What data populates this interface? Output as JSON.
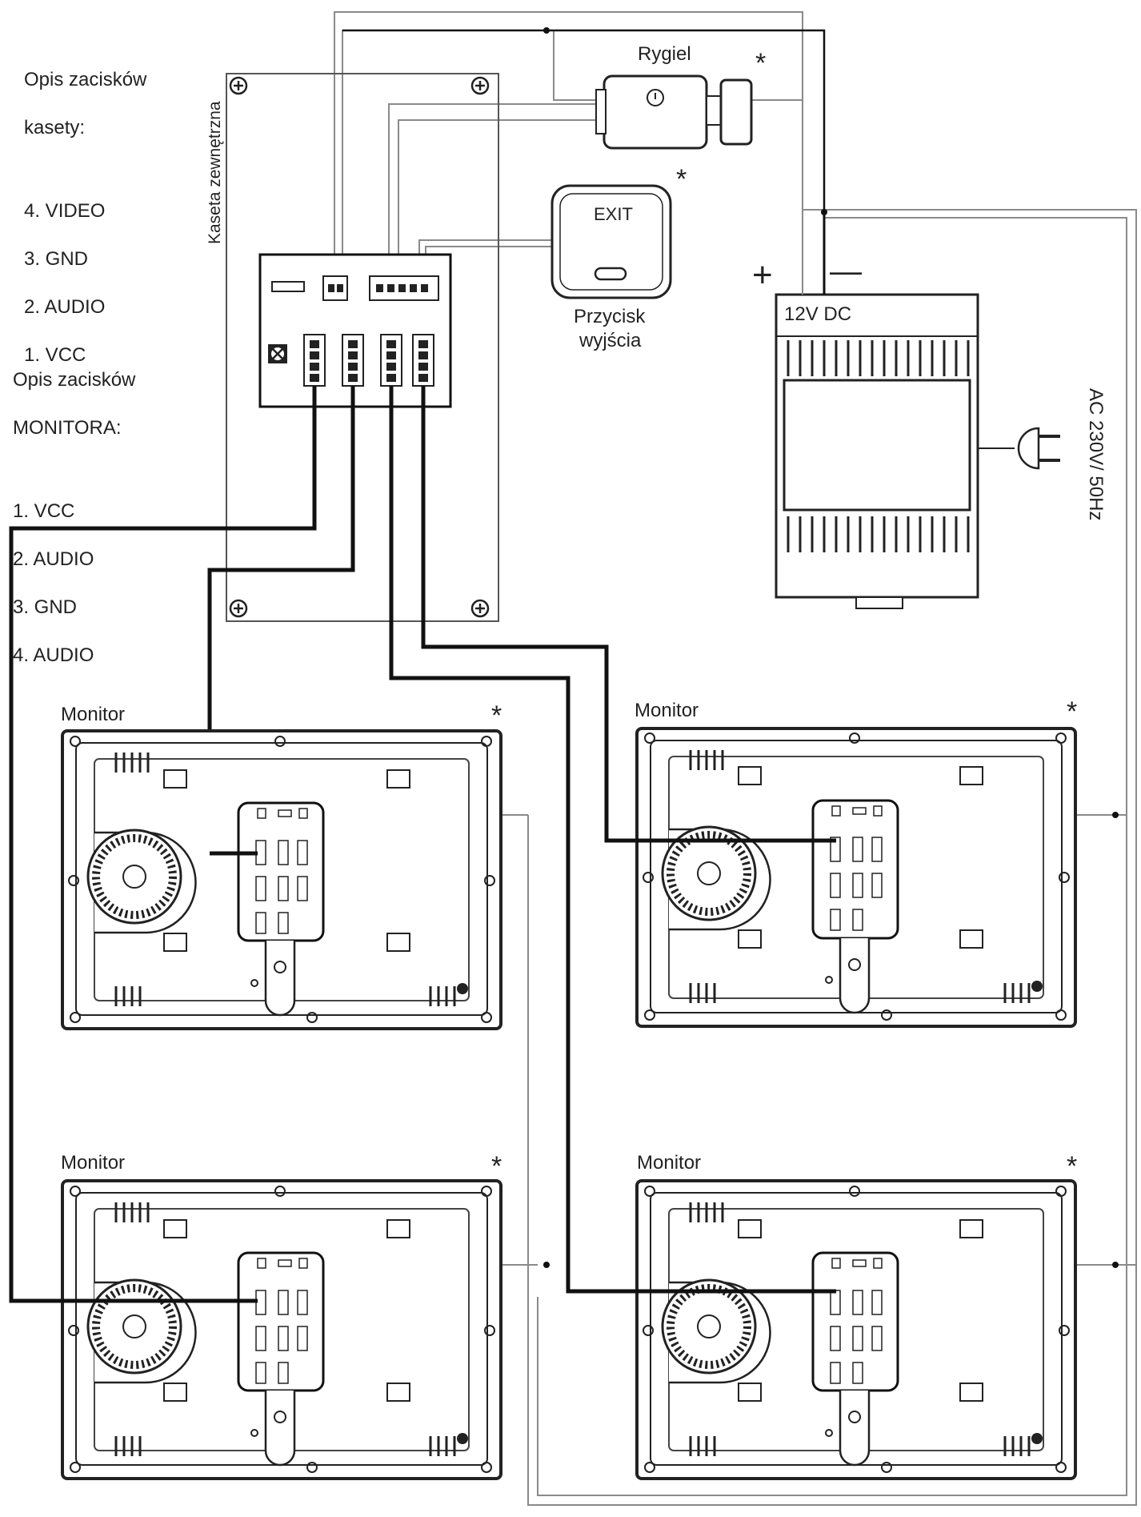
{
  "legend_panel": {
    "title_line1": "Opis zacisków",
    "title_line2": "kasety:",
    "items": [
      "4. VIDEO",
      "3. GND",
      "2. AUDIO",
      "1. VCC"
    ]
  },
  "legend_monitor": {
    "title_line1": "Opis zacisków",
    "title_line2": "MONITORA:",
    "items": [
      "1. VCC",
      "2. AUDIO",
      "3. GND",
      "4. AUDIO"
    ]
  },
  "outdoor_panel": {
    "label": "Kaseta zewnętrzna"
  },
  "lock": {
    "label": "Rygiel",
    "marker": "*"
  },
  "exit_button": {
    "face_text": "EXIT",
    "label_line1": "Przycisk",
    "label_line2": "wyjścia",
    "marker": "*"
  },
  "power_supply": {
    "label": "12V DC",
    "plus": "+",
    "minus": "—",
    "mains": "AC 230V/ 50Hz"
  },
  "monitors": [
    {
      "label": "Monitor",
      "marker": "*"
    },
    {
      "label": "Monitor",
      "marker": "*"
    },
    {
      "label": "Monitor",
      "marker": "*"
    },
    {
      "label": "Monitor",
      "marker": "*"
    }
  ],
  "colors": {
    "wire_main": "#111111",
    "wire_thin": "#555555",
    "wire_gray": "#9a9a9a",
    "outline": "#222222"
  }
}
